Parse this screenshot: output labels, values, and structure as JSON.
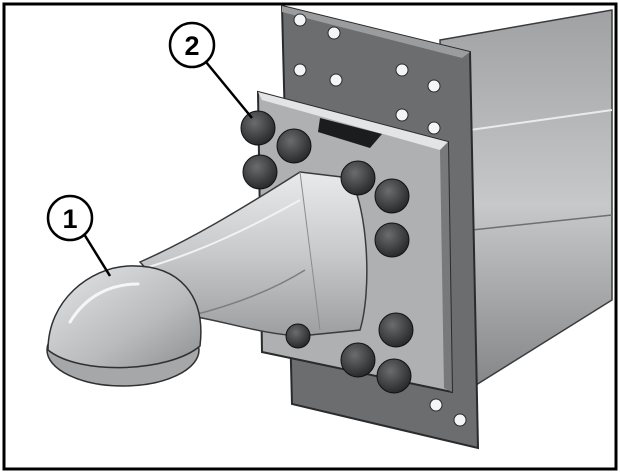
{
  "figure": {
    "callouts": [
      {
        "id": "ball-head",
        "label": "1"
      },
      {
        "id": "bolts",
        "label": "2"
      }
    ]
  },
  "colors": {
    "frame": "#000000",
    "background": "#ffffff",
    "plate_dark": "#5f6163",
    "plate_mid": "#8a8c8e",
    "metal_light": "#c9cbcd",
    "metal_highlight": "#e6e8ea",
    "bolt_dark": "#2c2d2f"
  }
}
